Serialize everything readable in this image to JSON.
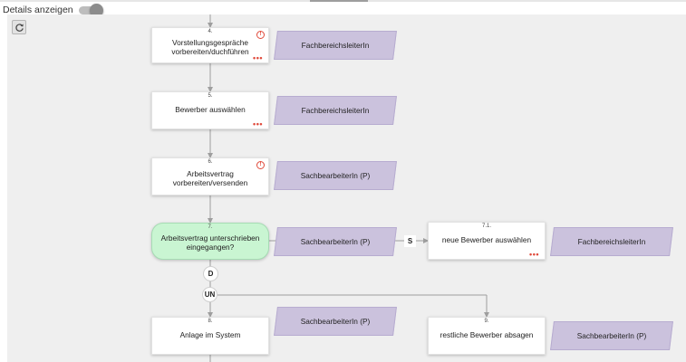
{
  "header": {
    "details_toggle_label": "Details anzeigen",
    "details_toggle_state": "off"
  },
  "toolbar": {
    "refresh_icon": "refresh-icon"
  },
  "colors": {
    "canvas": "#efefef",
    "task": "#ffffff",
    "decision": "#c9f5d2",
    "role": "#cbc2dd",
    "alert": "#e04a3b",
    "connector": "#9e9e9e"
  },
  "steps": [
    {
      "number": "4.",
      "label": "Vorstellungsgespräche vorbereiten/duchführen",
      "role": "FachbereichsleiterIn",
      "info_icon": "!",
      "more_icon": "•••"
    },
    {
      "number": "5.",
      "label": "Bewerber auswählen",
      "role": "FachbereichsleiterIn",
      "more_icon": "•••"
    },
    {
      "number": "6.",
      "label": "Arbeitsvertrag vorbereiten/versenden",
      "role": "SachbearbeiterIn (P)",
      "info_icon": "!"
    },
    {
      "number": "7.",
      "label": "Arbeitsvertrag unterschrieben eingegangen?",
      "role": "SachbearbeiterIn (P)"
    },
    {
      "number": "7.1.",
      "label": "neue Bewerber auswählen",
      "role": "FachbereichsleiterIn",
      "more_icon": "•••"
    },
    {
      "number": "8.",
      "label": "Anlage im System",
      "role": "SachbearbeiterIn (P)"
    },
    {
      "number": "9.",
      "label": "restliche Bewerber absagen",
      "role": "SachbearbeiterIn (P)"
    }
  ],
  "gateways": {
    "branch_s": "S",
    "branch_d": "D",
    "join_un": "UN"
  }
}
